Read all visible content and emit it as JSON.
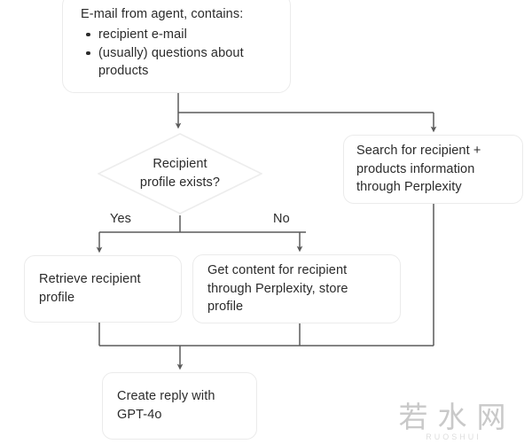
{
  "diagram": {
    "type": "flowchart",
    "orientation": "top-to-bottom",
    "background_color": "#ffffff",
    "line_color": "#5a5a5a",
    "box_border_color": "#ebebeb",
    "text_color": "#2b2b2b",
    "nodes": {
      "email": {
        "shape": "rounded-rectangle",
        "heading": "E-mail from agent, contains:",
        "bullets": [
          "recipient e-mail",
          "(usually) questions about products"
        ]
      },
      "decision": {
        "shape": "diamond",
        "line1": "Recipient",
        "line2": "profile exists?"
      },
      "search": {
        "shape": "rounded-rectangle",
        "line1": "Search for recipient +",
        "line2": "products information",
        "line3": "through Perplexity"
      },
      "retrieve": {
        "shape": "rounded-rectangle",
        "line1": "Retrieve recipient",
        "line2": "profile"
      },
      "getcontent": {
        "shape": "rounded-rectangle",
        "line1": "Get content for recipient",
        "line2": "through Perplexity, store",
        "line3": "profile"
      },
      "reply": {
        "shape": "rounded-rectangle",
        "line1": "Create reply with",
        "line2": "GPT-4o"
      }
    },
    "edge_labels": {
      "yes": "Yes",
      "no": "No"
    }
  },
  "watermark": {
    "main": "若水网",
    "sub": "RUOSHUI"
  }
}
